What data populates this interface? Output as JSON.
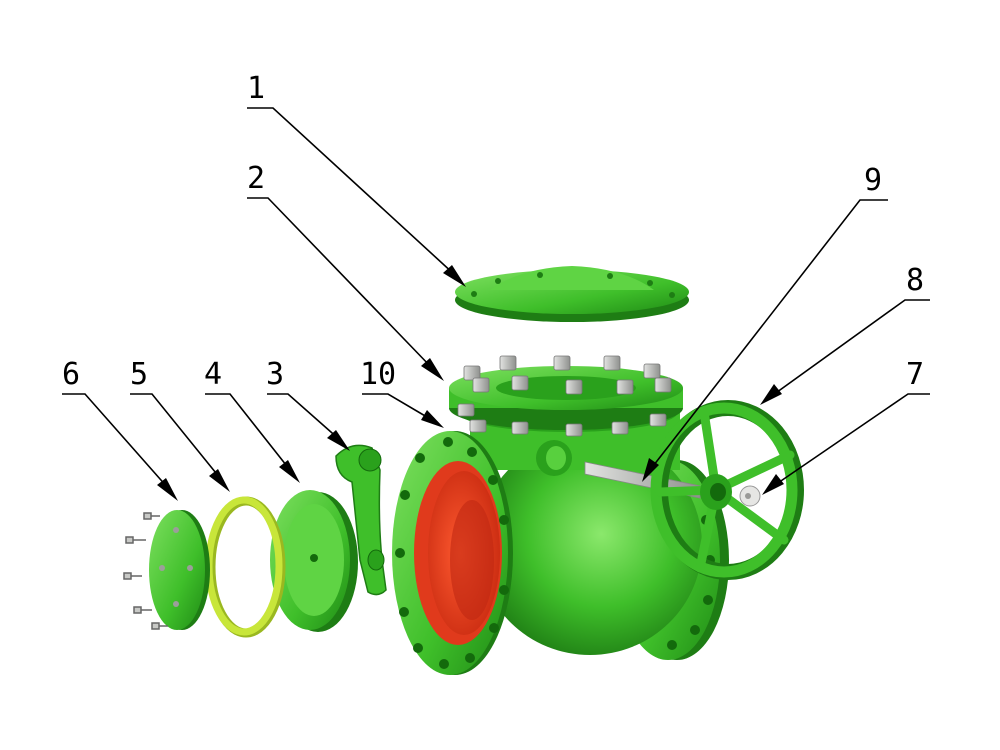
{
  "callouts": [
    {
      "id": "1",
      "label": "1"
    },
    {
      "id": "2",
      "label": "2"
    },
    {
      "id": "3",
      "label": "3"
    },
    {
      "id": "4",
      "label": "4"
    },
    {
      "id": "5",
      "label": "5"
    },
    {
      "id": "6",
      "label": "6"
    },
    {
      "id": "7",
      "label": "7"
    },
    {
      "id": "8",
      "label": "8"
    },
    {
      "id": "9",
      "label": "9"
    },
    {
      "id": "10",
      "label": "10"
    }
  ],
  "colors": {
    "body_green": "#3fbf2a",
    "dark_green": "#1e7d14",
    "light_green": "#7ee060",
    "seat_red": "#e8391c",
    "gasket_yellow": "#c8e63a",
    "bolt_gray": "#b9bbb8"
  }
}
